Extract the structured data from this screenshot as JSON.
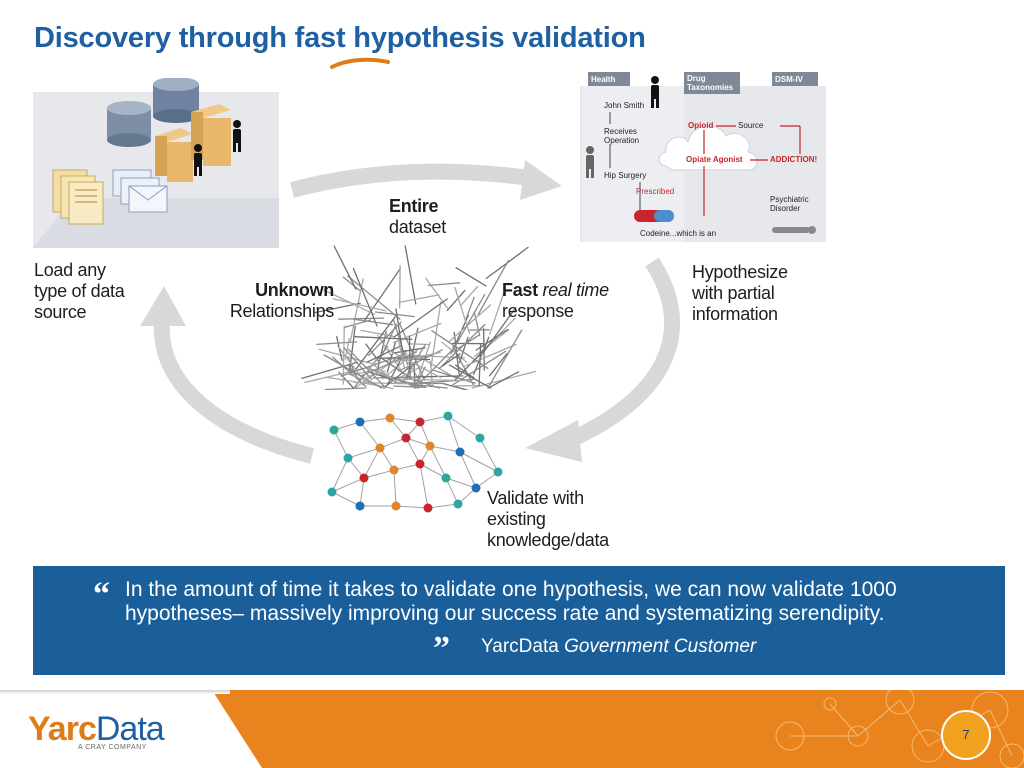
{
  "title": "Discovery through fast hypothesis validation",
  "cycle": {
    "load": "Load any\ntype of data\nsource",
    "center_top_bold": "Entire",
    "center_top_rest": "dataset",
    "unknown_bold": "Unknown",
    "unknown_rest": "Relationships",
    "fast_bold": "Fast",
    "fast_italic": "real time",
    "fast_rest": "response",
    "hypothesize": "Hypothesize\nwith partial\ninformation",
    "validate": "Validate with\nexisting\nknowledge/data"
  },
  "hypothesis_panel": {
    "headers": [
      "Health",
      "Drug\nTaxonomies",
      "DSM-IV"
    ],
    "nodes": {
      "person": "John Smith",
      "receives": "Receives\nOperation",
      "hip": "Hip Surgery",
      "prescribed": "Prescribed",
      "opioid": "Opioid",
      "source": "Source",
      "agonist": "Opiate Agonist",
      "addiction": "ADDICTION!",
      "psychiatric": "Psychiatric\nDisorder",
      "codeine": "Codeine...which is an"
    }
  },
  "quote": {
    "open_mark": "“",
    "close_mark": "”",
    "text": "In the amount of time it takes to validate one hypothesis, we can now validate 1000 hypotheses– massively improving our success rate and systematizing serendipity.",
    "attribution_plain": "YarcData",
    "attribution_italic": "Government Customer"
  },
  "footer": {
    "logo_part1": "Yarc",
    "logo_part2": "Data",
    "logo_sub": "A CRAY COMPANY",
    "page_number": "7"
  },
  "colors": {
    "title": "#1f5fa3",
    "quote_bg": "#1a5e9a",
    "footer_orange": "#e07b1a",
    "accent_red": "#c8262c"
  }
}
